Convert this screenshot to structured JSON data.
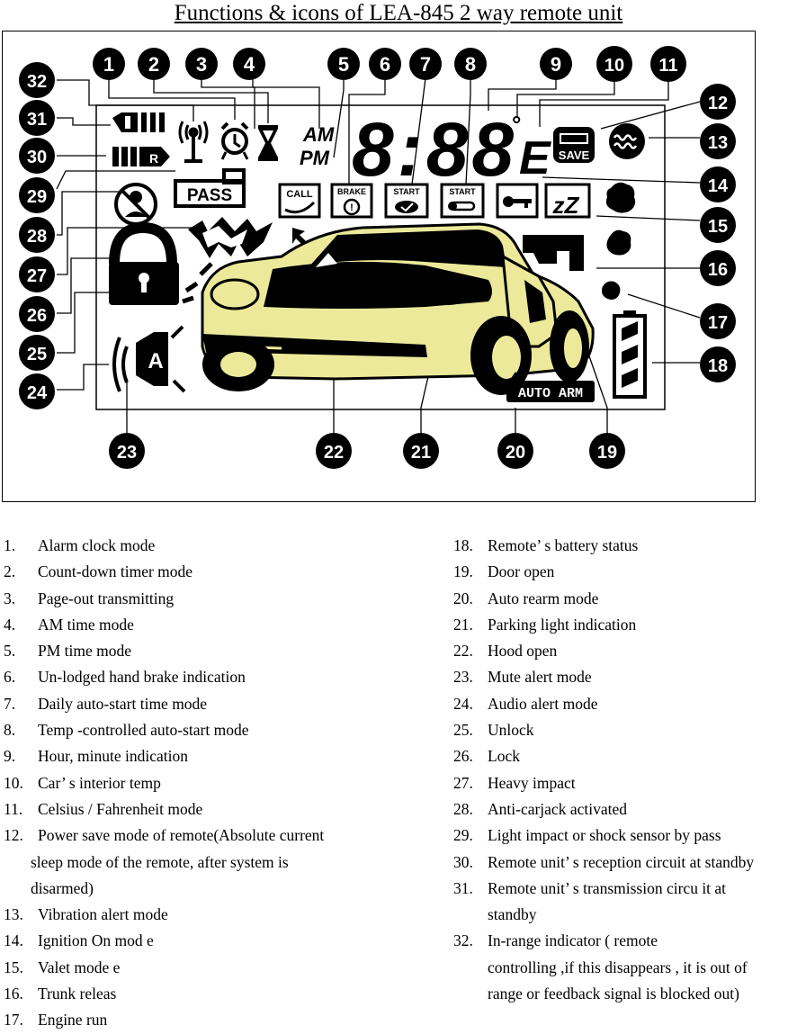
{
  "title": "Functions & icons of LEA-845 2 way remote unit",
  "display": {
    "clock": "8:88",
    "am": "AM",
    "pm": "PM",
    "degree": "°",
    "scale": "E",
    "labels": {
      "pass": "PASS",
      "call": "CALL",
      "brake": "BRAKE",
      "start_daily": "START",
      "start_temp": "START",
      "save": "SAVE",
      "zz": "zZ",
      "mute_a": "A",
      "auto_arm": "AUTO ARM",
      "r": "R"
    }
  },
  "callouts": [
    "1",
    "2",
    "3",
    "4",
    "5",
    "6",
    "7",
    "8",
    "9",
    "10",
    "11",
    "12",
    "13",
    "14",
    "15",
    "16",
    "17",
    "18",
    "19",
    "20",
    "21",
    "22",
    "23",
    "24",
    "25",
    "26",
    "27",
    "28",
    "29",
    "30",
    "31",
    "32"
  ],
  "left_items": [
    {
      "num": "1.",
      "text": "Alarm clock mode"
    },
    {
      "num": "2.",
      "text": "Count-down timer mode"
    },
    {
      "num": "3.",
      "text": "Page-out transmitting"
    },
    {
      "num": "4.",
      "text": "AM time mode"
    },
    {
      "num": "5.",
      "text": "PM time mode"
    },
    {
      "num": "6.",
      "text": "Un-lodged hand brake    indication"
    },
    {
      "num": "7.",
      "text": "Daily auto-start time mode"
    },
    {
      "num": "8.",
      "text": "Temp -controlled auto-start mode"
    },
    {
      "num": "9.",
      "text": "Hour, minute indication"
    },
    {
      "num": "10.",
      "text": "Car’ s interior temp"
    },
    {
      "num": "11.",
      "text": "Celsius / Fahrenheit mode"
    },
    {
      "num": "12.",
      "text": "Power save mode of remote(Absolute current"
    },
    {
      "cont": "sleep mode of the remote, after system is"
    },
    {
      "cont": "disarmed)"
    },
    {
      "num": "13.",
      "text": "Vibration alert mode"
    },
    {
      "num": "14.",
      "text": "Ignition On mod e"
    },
    {
      "num": "15.",
      "text": "Valet mode e"
    },
    {
      "num": "16.",
      "text": "Trunk releas"
    },
    {
      "num": "17.",
      "text": "Engine run"
    }
  ],
  "right_items": [
    {
      "num": "18.",
      "text": "Remote’ s battery status"
    },
    {
      "num": "19.",
      "text": "Door open"
    },
    {
      "num": "20.",
      "text": "Auto rearm mode"
    },
    {
      "num": "21.",
      "text": "Parking light indication"
    },
    {
      "num": "22.",
      "text": "Hood  open"
    },
    {
      "num": "23.",
      "text": "Mute alert mode"
    },
    {
      "num": "24.",
      "text": "Audio alert mode"
    },
    {
      "num": "25.",
      "text": "Unlock"
    },
    {
      "num": "26.",
      "text": "Lock"
    },
    {
      "num": "27.",
      "text": "Heavy impact"
    },
    {
      "num": "28.",
      "text": "Anti-carjack activated"
    },
    {
      "num": "29.",
      "text": "Light impact or shock sensor by pass"
    },
    {
      "num": "30.",
      "text": "Remote unit’ s reception circuit at standby"
    },
    {
      "num": "31.",
      "text": "Remote unit’ s transmission circu it at"
    },
    {
      "cont": "standby"
    },
    {
      "num": "32.",
      "text": "In-range indicator ( remote"
    },
    {
      "cont": "controlling ,if this disappears , it is out of"
    },
    {
      "cont": "range or feedback signal is blocked out)"
    }
  ],
  "colors": {
    "car_body": "#ecea9a",
    "ink": "#000000",
    "background": "#ffffff"
  }
}
